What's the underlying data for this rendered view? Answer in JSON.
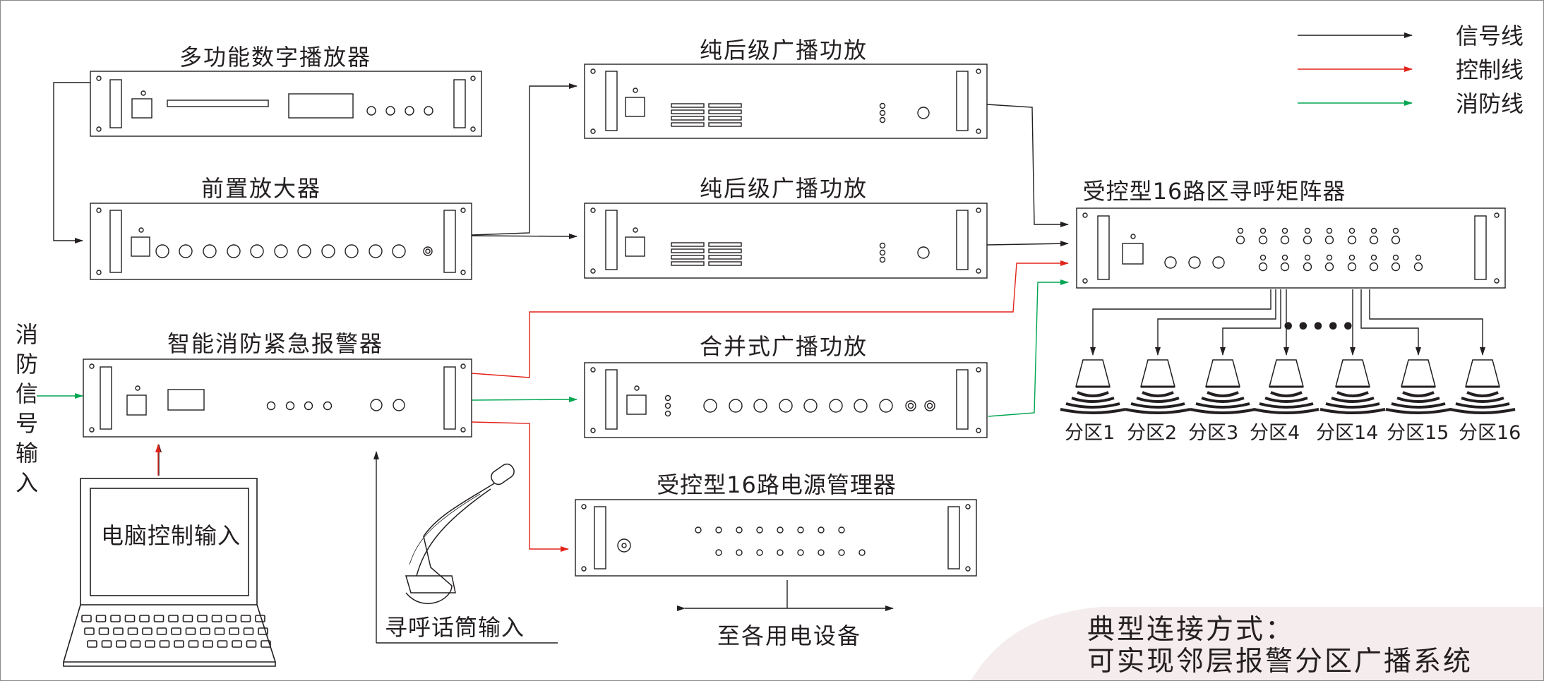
{
  "legend": {
    "signal": "信号线",
    "control": "控制线",
    "fire": "消防线"
  },
  "colors": {
    "signal": "#231f20",
    "control": "#e2231a",
    "fire": "#00a651",
    "footer_bg": "#f4eced"
  },
  "devices": {
    "player": "多功能数字播放器",
    "preamp": "前置放大器",
    "amp1": "纯后级广播功放",
    "amp2": "纯后级广播功放",
    "alarm": "智能消防紧急报警器",
    "integrated_amp": "合并式广播功放",
    "power_manager": "受控型16路电源管理器",
    "matrix": "受控型16路区寻呼矩阵器"
  },
  "inputs": {
    "fire_signal": "消防信号输入",
    "pc_control": "电脑控制输入",
    "paging_mic": "寻呼话筒输入",
    "to_equipment": "至各用电设备"
  },
  "zones": {
    "labels": [
      "分区1",
      "分区2",
      "分区3",
      "分区4",
      "分区14",
      "分区15",
      "分区16"
    ],
    "ellipsis": "•••••"
  },
  "footer": {
    "line1": "典型连接方式：",
    "line2": "可实现邻层报警分区广播系统"
  }
}
